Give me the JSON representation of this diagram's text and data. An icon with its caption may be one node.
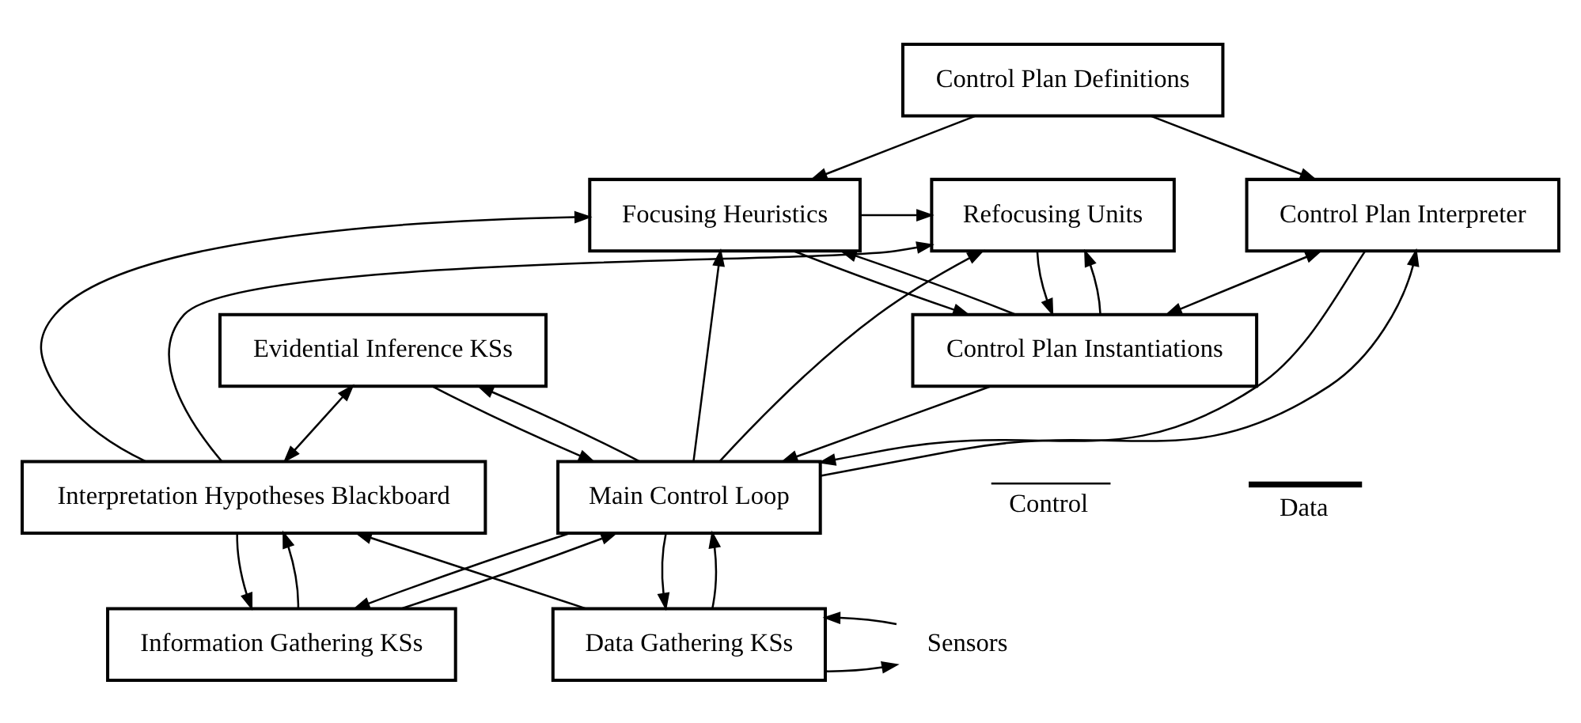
{
  "diagram": {
    "nodes": [
      {
        "text": [
          "Control Plan Definitions"
        ]
      },
      {
        "text": [
          "Control Plan Interpreter"
        ]
      },
      {
        "text": [
          "Control Plan Instantiations"
        ]
      },
      {
        "text": [
          "Focusing Heuristics"
        ]
      },
      {
        "text": [
          "Refocusing Units"
        ]
      },
      {
        "text": [
          "Evidential Inference KSs"
        ]
      },
      {
        "text": [
          "Main Control Loop"
        ]
      },
      {
        "text": [
          "Interpretation Hypotheses Blackboard"
        ]
      },
      {
        "text": [
          "Data Gathering KSs"
        ]
      },
      {
        "text": [
          "Information Gathering KSs"
        ]
      },
      {
        "text": [
          "Sensors"
        ]
      }
    ],
    "edges": [
      {
        "from": 0,
        "to": 1,
        "arrow": "to"
      },
      {
        "from": 0,
        "to": 3,
        "arrow": "to"
      },
      {
        "from": 1,
        "to": 2,
        "arrow": "both"
      },
      {
        "from": 3,
        "to": 4,
        "arrow": "to"
      },
      {
        "from": 1,
        "to": 6,
        "arrow": "to"
      },
      {
        "from": 6,
        "to": 1,
        "arrow": "to"
      },
      {
        "from": 2,
        "to": 3,
        "arrow": "to"
      },
      {
        "from": 3,
        "to": 2,
        "arrow": "to"
      },
      {
        "from": 2,
        "to": 4,
        "arrow": "to"
      },
      {
        "from": 4,
        "to": 2,
        "arrow": "to"
      },
      {
        "from": 2,
        "to": 6,
        "arrow": "to"
      },
      {
        "from": 6,
        "to": 3,
        "arrow": "to"
      },
      {
        "from": 6,
        "to": 4,
        "arrow": "to"
      },
      {
        "from": 7,
        "to": 3,
        "arrow": "to"
      },
      {
        "from": 7,
        "to": 4,
        "arrow": "to"
      },
      {
        "from": 6,
        "to": 5,
        "arrow": "to"
      },
      {
        "from": 5,
        "to": 6,
        "arrow": "to"
      },
      {
        "from": 5,
        "to": 7,
        "arrow": "both"
      },
      {
        "from": 6,
        "to": 8,
        "arrow": "to"
      },
      {
        "from": 8,
        "to": 6,
        "arrow": "to"
      },
      {
        "from": 8,
        "to": 7,
        "arrow": "to"
      },
      {
        "from": 6,
        "to": 9,
        "arrow": "to"
      },
      {
        "from": 9,
        "to": 6,
        "arrow": "to"
      },
      {
        "from": 7,
        "to": 9,
        "arrow": "to"
      },
      {
        "from": 9,
        "to": 7,
        "arrow": "to"
      },
      {
        "from": 8,
        "to": 10,
        "arrow": "to"
      },
      {
        "from": 10,
        "to": 8,
        "arrow": "to"
      }
    ],
    "legend": [
      {
        "text": "Control"
      },
      {
        "text": "Data"
      }
    ]
  }
}
